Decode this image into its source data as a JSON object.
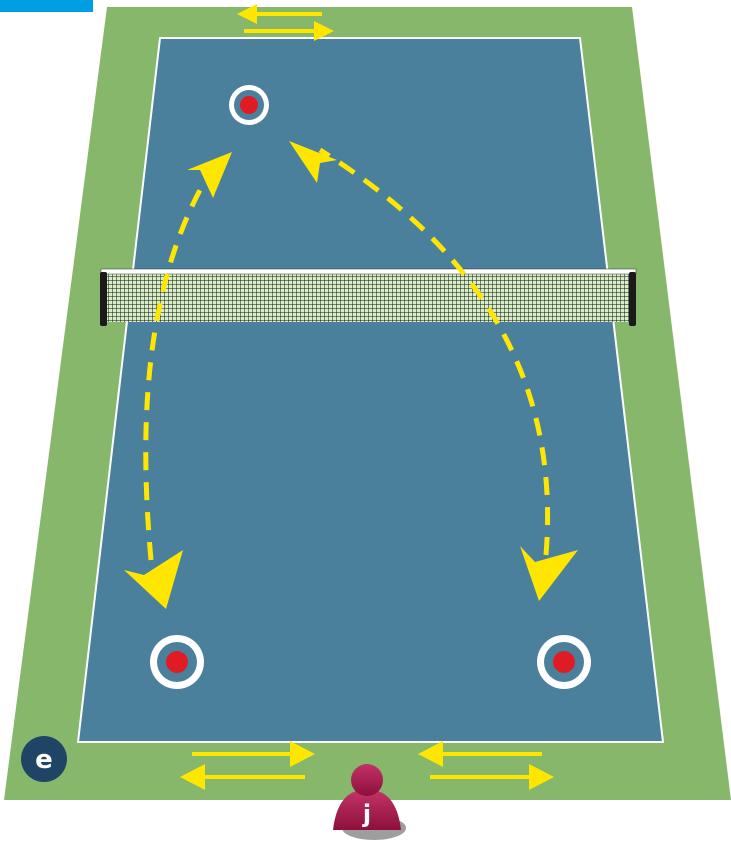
{
  "colors": {
    "surround": "#86b76a",
    "court": "#4a809b",
    "lines": "#ffffff",
    "arrows": "#ffe600",
    "target_center": "#e01b24",
    "target_ring": "#ffffff",
    "badge_bg": "#1f4466",
    "player": "#a8174a",
    "top_tab": "#009fe3"
  },
  "badge": {
    "letter": "e",
    "icon": "circle-badge"
  },
  "player": {
    "letter": "j",
    "icon": "player-pawn-icon"
  },
  "targets": [
    {
      "name": "target-top",
      "icon": "bullseye-target-icon"
    },
    {
      "name": "target-bottom-left",
      "icon": "bullseye-target-icon"
    },
    {
      "name": "target-bottom-right",
      "icon": "bullseye-target-icon"
    }
  ],
  "movement_arrows": [
    "top-shuffle-arrows",
    "bottom-left-shuffle-arrows",
    "bottom-right-shuffle-arrows"
  ],
  "ball_paths": [
    "left-to-top-path",
    "right-to-top-path"
  ]
}
